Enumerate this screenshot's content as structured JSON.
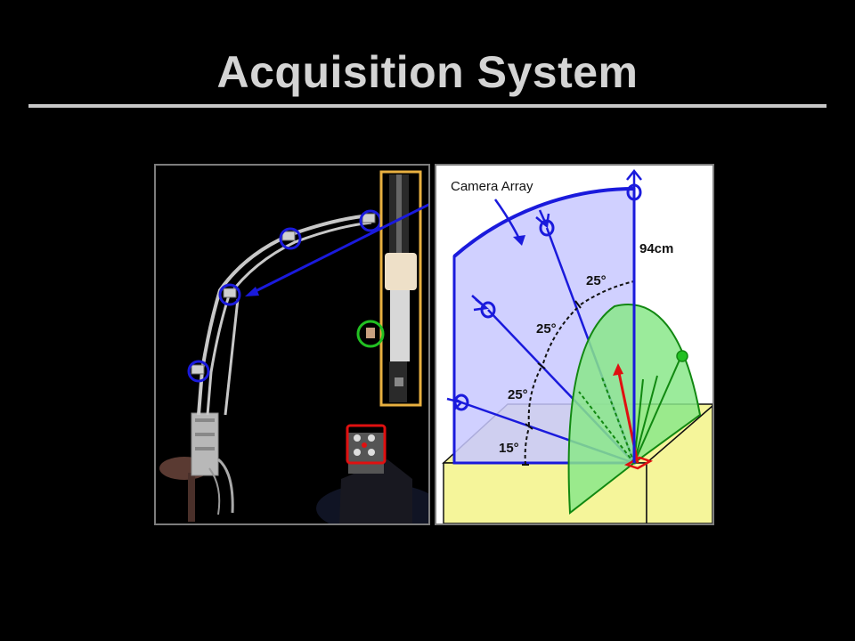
{
  "slide": {
    "title": "Acquisition System"
  },
  "diagram": {
    "callout_label": "Camera Array",
    "height_label": "94cm",
    "angle_labels": [
      "15°",
      "25°",
      "25°",
      "25°"
    ]
  },
  "colors": {
    "background": "#000000",
    "title_text": "#d4d4d4",
    "camera_marker": "#1a1adc",
    "camera_region_fill": "#c8c8ff",
    "light_region_fill": "#8ae88a",
    "table_fill": "#f5f59a",
    "light_marker": "#22c022",
    "sample_marker": "#e01010",
    "light_frame": "#e8b040"
  }
}
